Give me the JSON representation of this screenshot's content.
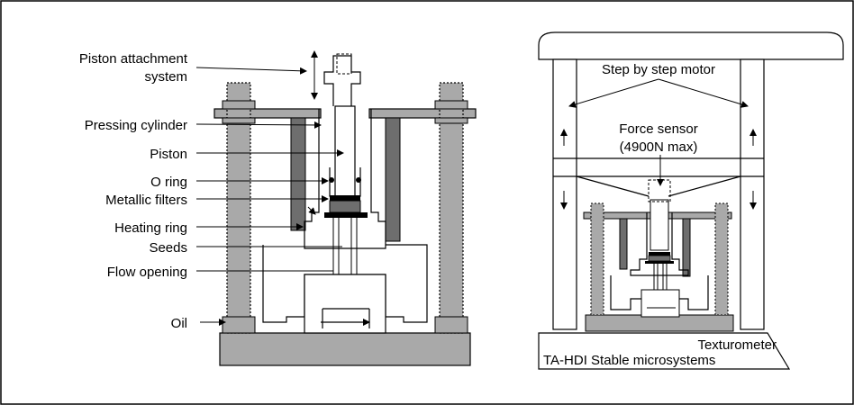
{
  "left_diagram": {
    "labels": {
      "piston_attachment": [
        "Piston attachment",
        "system"
      ],
      "pressing_cylinder": "Pressing cylinder",
      "piston": "Piston",
      "o_ring": "O ring",
      "metallic_filters": "Metallic filters",
      "heating_ring": "Heating ring",
      "seeds": "Seeds",
      "flow_opening": "Flow opening",
      "oil": "Oil"
    }
  },
  "right_diagram": {
    "labels": {
      "step_motor": "Step by step motor",
      "force_sensor": [
        "Force sensor",
        "(4900N max)"
      ],
      "texturometer": "Texturometer",
      "microsystems": "TA-HDI Stable microsystems"
    }
  },
  "colors": {
    "gray_fill": "#a9a9a9",
    "dark_fill": "#6e6e6e",
    "black": "#000000",
    "border": "#000000"
  }
}
